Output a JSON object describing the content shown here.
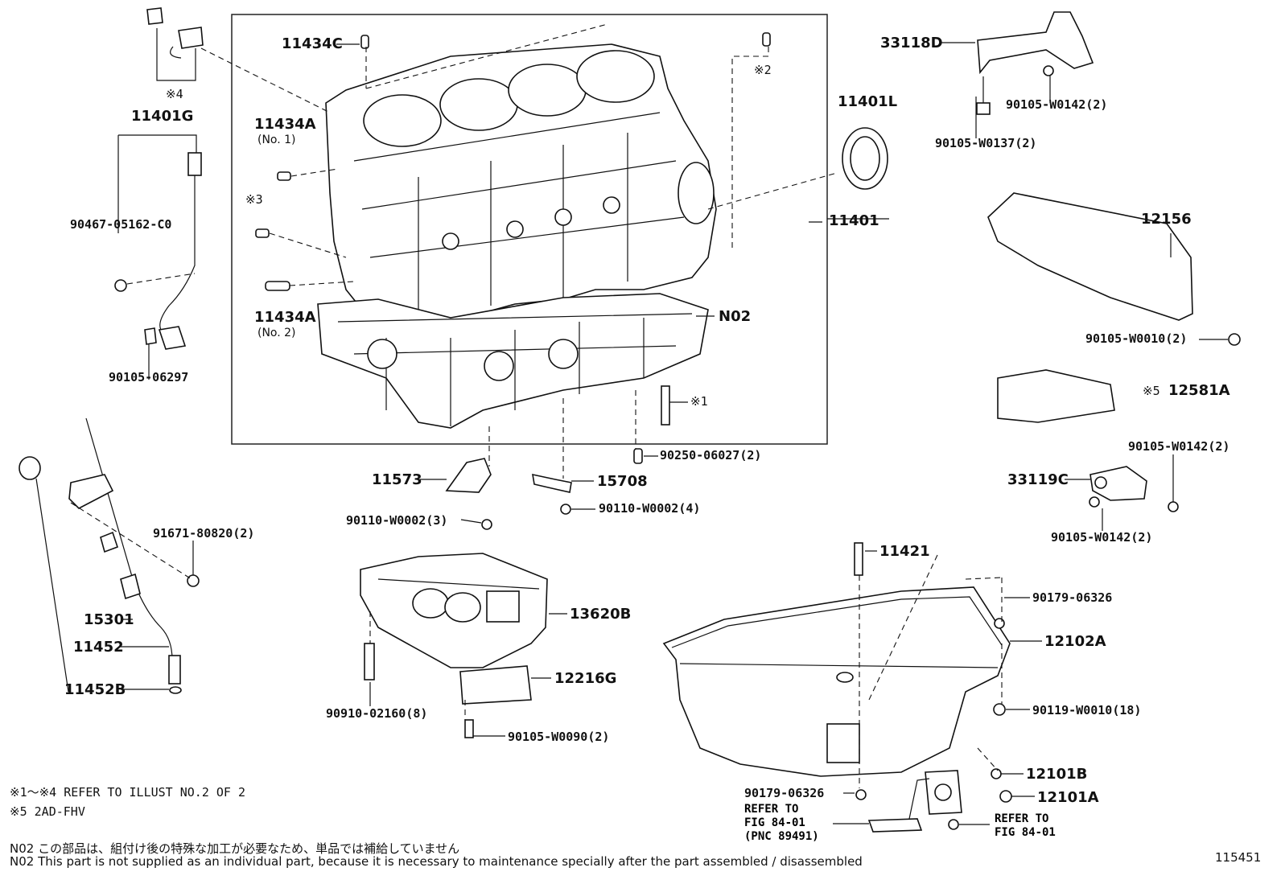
{
  "diagram": {
    "labels": {
      "l_11434C": "11434C",
      "l_mark2": "※2",
      "l_mark4": "※4",
      "l_11401G": "11401G",
      "l_11434A_1": "11434A",
      "l_no1": "(No. 1)",
      "l_mark3": "※3",
      "l_90467": "90467-05162-C0",
      "l_11434A_2": "11434A",
      "l_no2": "(No. 2)",
      "l_90105_06297": "90105-06297",
      "l_11401L": "11401L",
      "l_11401": "11401",
      "l_N02": "N02",
      "l_mark1": "※1",
      "l_33118D": "33118D",
      "l_90105_W0142_a": "90105-W0142(2)",
      "l_90105_W0137": "90105-W0137(2)",
      "l_12156": "12156",
      "l_90105_W0010": "90105-W0010(2)",
      "l_mark5": "※5",
      "l_12581A": "12581A",
      "l_90105_W0142_b": "90105-W0142(2)",
      "l_33119C": "33119C",
      "l_90105_W0142_c": "90105-W0142(2)",
      "l_11573": "11573",
      "l_90250": "90250-06027(2)",
      "l_15708": "15708",
      "l_90110_3": "90110-W0002(3)",
      "l_90110_4": "90110-W0002(4)",
      "l_91671": "91671-80820(2)",
      "l_15301": "15301",
      "l_11452": "11452",
      "l_11452B": "11452B",
      "l_13620B": "13620B",
      "l_12216G": "12216G",
      "l_90910": "90910-02160(8)",
      "l_90105_W0090": "90105-W0090(2)",
      "l_11421": "11421",
      "l_90179_a": "90179-06326",
      "l_12102A": "12102A",
      "l_90119": "90119-W0010(18)",
      "l_12101B": "12101B",
      "l_12101A": "12101A",
      "l_90179_b": "90179-06326",
      "l_refer1": "REFER TO\nFIG 84-01\n(PNC 89491)",
      "l_refer2": "REFER TO\nFIG 84-01"
    },
    "notes": {
      "n1": "※1～※4 REFER TO ILLUST NO.2 OF 2",
      "n2": "※5 2AD-FHV",
      "n3": "N02  この部品は、組付け後の特殊な加工が必要なため、単品では補給していません",
      "n4": "N02  This part is not supplied as an individual part, because it is necessary to maintenance specially after the part assembled / disassembled"
    },
    "illustration_number": "115451"
  }
}
